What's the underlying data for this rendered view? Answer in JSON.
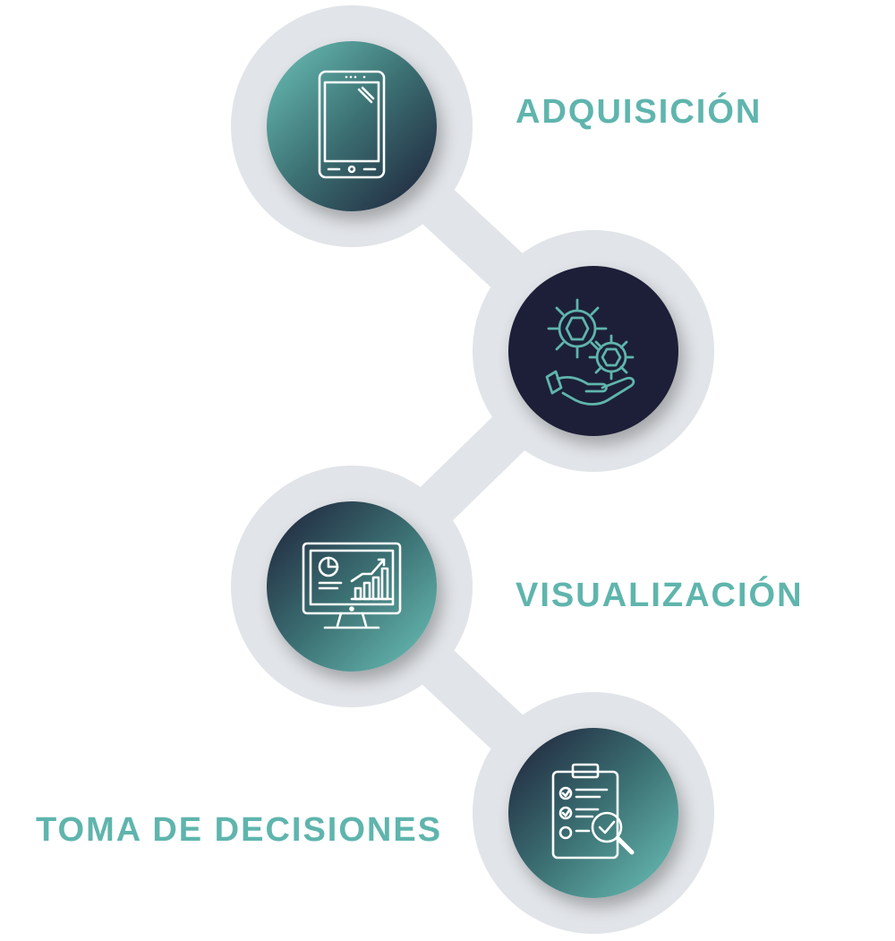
{
  "steps": [
    {
      "label": "ADQUISICIÓN",
      "icon": "tablet-icon"
    },
    {
      "label": "",
      "icon": "gears-hand-icon"
    },
    {
      "label": "VISUALIZACIÓN",
      "icon": "monitor-chart-icon"
    },
    {
      "label": "TOMA DE DECISIONES",
      "icon": "clipboard-check-icon"
    }
  ],
  "colors": {
    "ring": "#e1e4e8",
    "connector": "#e1e4e8",
    "label": "#5fb5ad",
    "teal": "#63b8b0",
    "navy": "#1d1f38",
    "icon_white": "#ffffff",
    "icon_teal": "#5fb5ad"
  }
}
